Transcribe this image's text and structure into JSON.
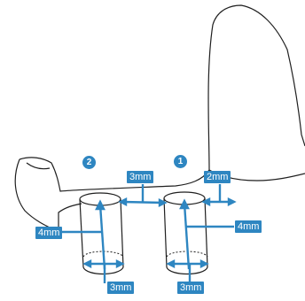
{
  "colors": {
    "accent": "#2e86c1",
    "outline": "#1f1f1f"
  },
  "markers": {
    "implant_2": "2",
    "implant_1": "1"
  },
  "labels": {
    "gap_between_implants": "3mm",
    "gap_to_tooth": "2mm",
    "implant_2_length": "4mm",
    "implant_1_length": "4mm",
    "implant_2_diameter": "3mm",
    "implant_1_diameter": "3mm"
  }
}
